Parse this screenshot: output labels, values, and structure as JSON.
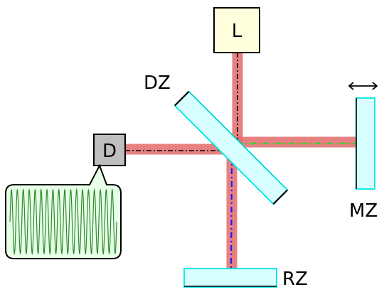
{
  "labels": {
    "laser": "L",
    "detector": "D",
    "beam_splitter": "DZ",
    "movable_mirror": "MZ",
    "reference_mirror": "RZ"
  },
  "colors": {
    "beam": "#e36a6a",
    "beam_core": "#c43a3a",
    "laser_box": "#ffffdd",
    "detector_box": "#bfbfbf",
    "optic_fill": "#d8ffff",
    "optic_edge": "#00e5e5",
    "signal_bg": "#e8ffe8",
    "signal_wave": "#2e8b2e",
    "ray_green": "#32d432",
    "ray_blue": "#1a1aff",
    "ray_black": "#000000"
  },
  "icons": {
    "mirror_motion": "double-arrow-icon"
  }
}
